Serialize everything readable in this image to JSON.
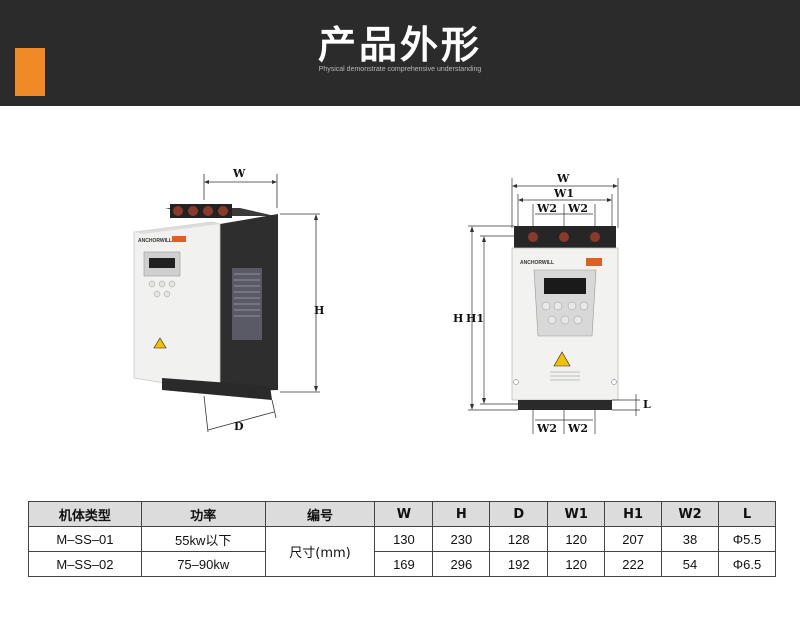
{
  "header": {
    "title": "产品外形",
    "subtitle": "Physical demonstrate comprehensive understanding"
  },
  "drawing_left": {
    "labels": {
      "w": "W",
      "h": "H",
      "d": "D"
    },
    "brand": "ANCHORWILL"
  },
  "drawing_right": {
    "labels": {
      "w": "W",
      "w1": "W1",
      "w2": "W2",
      "h": "H",
      "h1": "H1",
      "l": "L"
    },
    "brand": "ANCHORWILL"
  },
  "table": {
    "headers": [
      "机体类型",
      "功率",
      "编号",
      "W",
      "H",
      "D",
      "W1",
      "H1",
      "W2",
      "L"
    ],
    "unit_cell": "尺寸(mm)",
    "rows": [
      {
        "model": "M–SS–01",
        "power": "55kw以下",
        "w": "130",
        "h": "230",
        "d": "128",
        "w1": "120",
        "h1": "207",
        "w2": "38",
        "l": "Φ5.5"
      },
      {
        "model": "M–SS–02",
        "power": "75–90kw",
        "w": "169",
        "h": "296",
        "d": "192",
        "w1": "120",
        "h1": "222",
        "w2": "54",
        "l": "Φ6.5"
      }
    ]
  },
  "colors": {
    "header_bg": "#2b2b2b",
    "accent": "#f08a24",
    "table_header_bg": "#dcdcdc"
  }
}
